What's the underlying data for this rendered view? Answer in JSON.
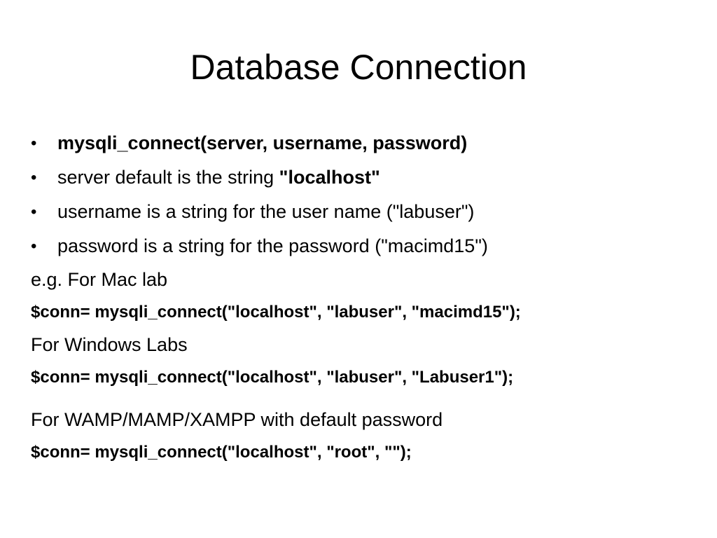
{
  "slide": {
    "title": "Database Connection",
    "bullets": [
      {
        "text": "mysqli_connect(server, username, password)",
        "emphasis": ""
      },
      {
        "text": "server default is the string ",
        "emphasis": "\"localhost\""
      },
      {
        "text": "username is a string for the user name (\"labuser\")",
        "emphasis": ""
      },
      {
        "text": "password is a string for the password (\"macimd15\")",
        "emphasis": ""
      }
    ],
    "bullet_char": "•",
    "mac_label": "e.g. For Mac lab",
    "mac_code": "$conn= mysqli_connect(\"localhost\", \"labuser\", \"macimd15\");",
    "windows_label": "For Windows Labs",
    "windows_code": "$conn= mysqli_connect(\"localhost\", \"labuser\", \"Labuser1\");",
    "wamp_label": "For WAMP/MAMP/XAMPP with default password",
    "wamp_code": "$conn= mysqli_connect(\"localhost\", \"root\", \"\");"
  }
}
